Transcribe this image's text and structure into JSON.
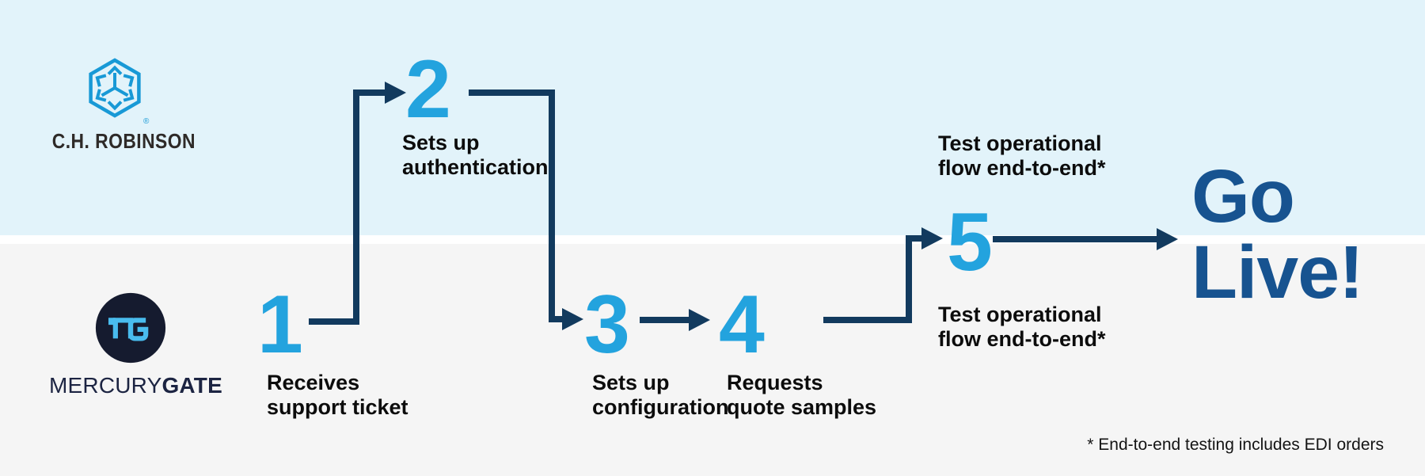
{
  "logos": {
    "chr": {
      "company": "C.H. Robinson",
      "wordmark": "C.H. ROBINSON",
      "registered_mark": "®",
      "icon": "chr-hexagon-arrows-icon",
      "brand_blue": "#1899D6",
      "text_color": "#2E2A28"
    },
    "mercurygate": {
      "company": "MercuryGate",
      "monogram": "MG",
      "wordmark_regular": "MERCURY",
      "wordmark_bold": "GATE",
      "icon": "mg-monogram-circle-icon",
      "circle_color": "#151B2F",
      "monogram_color": "#49BCEE",
      "text_color": "#1C2442"
    }
  },
  "steps": [
    {
      "number": "1",
      "label": "Receives\nsupport ticket",
      "lane": "bottom"
    },
    {
      "number": "2",
      "label": "Sets up\nauthentication",
      "lane": "top"
    },
    {
      "number": "3",
      "label": "Sets up\nconfiguration",
      "lane": "bottom"
    },
    {
      "number": "4",
      "label": "Requests\nquote samples",
      "lane": "bottom"
    },
    {
      "number": "5",
      "label_top": "Test operational\nflow end-to-end*",
      "label_bottom": "Test operational\nflow end-to-end*",
      "lane": "middle"
    }
  ],
  "outcome": {
    "text": "Go\nLive!"
  },
  "footnote": "* End-to-end testing includes EDI orders",
  "colors": {
    "lane_top_bg": "#E2F3FA",
    "lane_bottom_bg": "#F5F5F5",
    "divider": "#FFFFFF",
    "arrow": "#123A5E",
    "step_number": "#23A3DE",
    "go_live": "#175390",
    "label": "#0C0C0C"
  }
}
